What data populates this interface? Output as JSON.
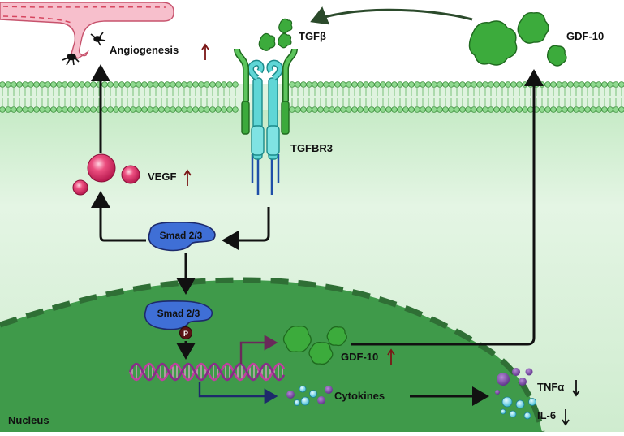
{
  "labels": {
    "angiogenesis": "Angiogenesis",
    "tgfb": "TGFβ",
    "gdf10_top": "GDF-10",
    "tgfbr3": "TGFBR3",
    "vegf": "VEGF",
    "smad_cyto": "Smad 2/3",
    "smad_nuc": "Smad 2/3",
    "phospho": "P",
    "gdf10_nuc": "GDF-10",
    "cytokines": "Cytokines",
    "tnfa": "TNFα",
    "il6": "IL-6",
    "nucleus": "Nucleus"
  },
  "indicators": {
    "angiogenesis": "up",
    "vegf": "up",
    "gdf10": "up",
    "tnfa": "down",
    "il6": "down"
  },
  "colors": {
    "membrane_head": "#8fd98f",
    "cytoplasm": "#e6f6e6",
    "nucleus": "#3f9a4a",
    "nucleus_border": "#2f6f35",
    "smad": "#3f6fd6",
    "vegf": "#d81e5b",
    "gdf": "#3cab3c",
    "vessel": "#f5b8c6",
    "up_arrow": "#7a1616",
    "dna": "#c03fa0"
  }
}
